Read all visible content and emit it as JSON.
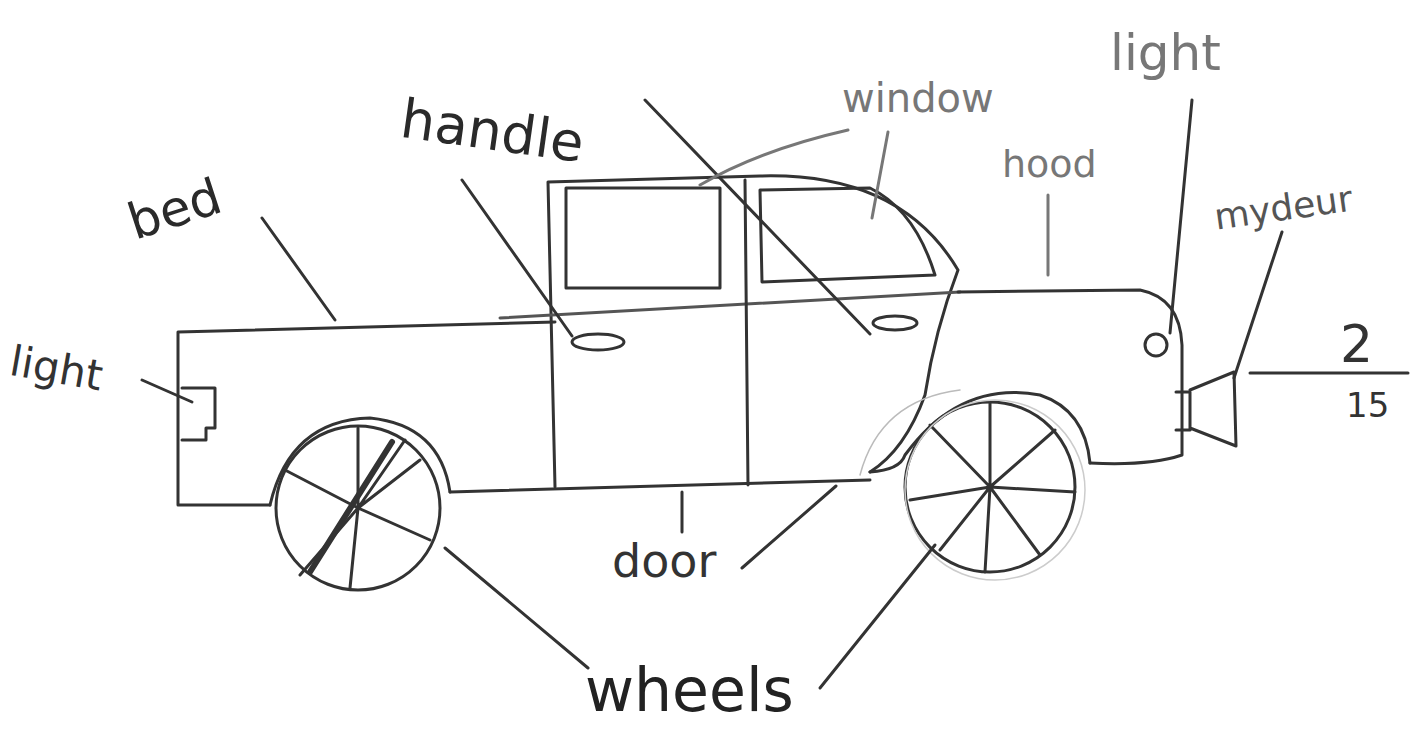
{
  "diagram": {
    "labels": [
      "light",
      "window",
      "handle",
      "hood",
      "bed",
      "mydeur",
      "light",
      "2",
      "15",
      "door",
      "wheels"
    ]
  }
}
